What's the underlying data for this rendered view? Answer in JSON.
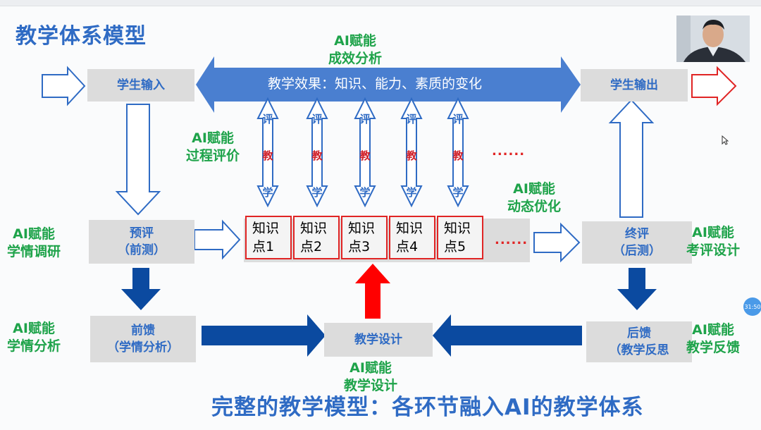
{
  "slide": {
    "title": "教学体系模型",
    "footer_title": "完整的教学模型：各环节融入AI的教学体系"
  },
  "boxes": {
    "student_input": "学生输入",
    "student_output": "学生输出",
    "pre_eval_line1": "预评",
    "pre_eval_line2": "（前测）",
    "final_eval_line1": "终评",
    "final_eval_line2": "（后测）",
    "feedforward_line1": "前馈",
    "feedforward_line2": "（学情分析）",
    "feedback_line1": "后馈",
    "feedback_line2": "（教学反思",
    "teaching_design": "教学设计"
  },
  "band_label": "教学效果：知识、能力、素质的变化",
  "ai_labels": {
    "outcome": [
      "AI赋能",
      "成效分析"
    ],
    "process": [
      "AI赋能",
      "过程评价"
    ],
    "dynamic": [
      "AI赋能",
      "动态优化"
    ],
    "survey": [
      "AI赋能",
      "学情调研"
    ],
    "analysis": [
      "AI赋能",
      "学情分析"
    ],
    "assessment": [
      "AI赋能",
      "考评设计"
    ],
    "feedback": [
      "AI赋能",
      "教学反馈"
    ],
    "design": [
      "AI赋能",
      "教学设计"
    ]
  },
  "knowledge_points": [
    [
      "知识",
      "点1"
    ],
    [
      "知识",
      "点2"
    ],
    [
      "知识",
      "点3"
    ],
    [
      "知识",
      "点4"
    ],
    [
      "知识",
      "点5"
    ]
  ],
  "arrow_chars": {
    "top": "评",
    "mid": "教",
    "bottom": "学"
  },
  "ellipsis": "......",
  "timer": "31:50",
  "colors": {
    "blue": "#2f6bc4",
    "dark_blue": "#0b4aa0",
    "green": "#1ea34a",
    "red": "#e02424",
    "box_gray": "#dcdcdc"
  }
}
